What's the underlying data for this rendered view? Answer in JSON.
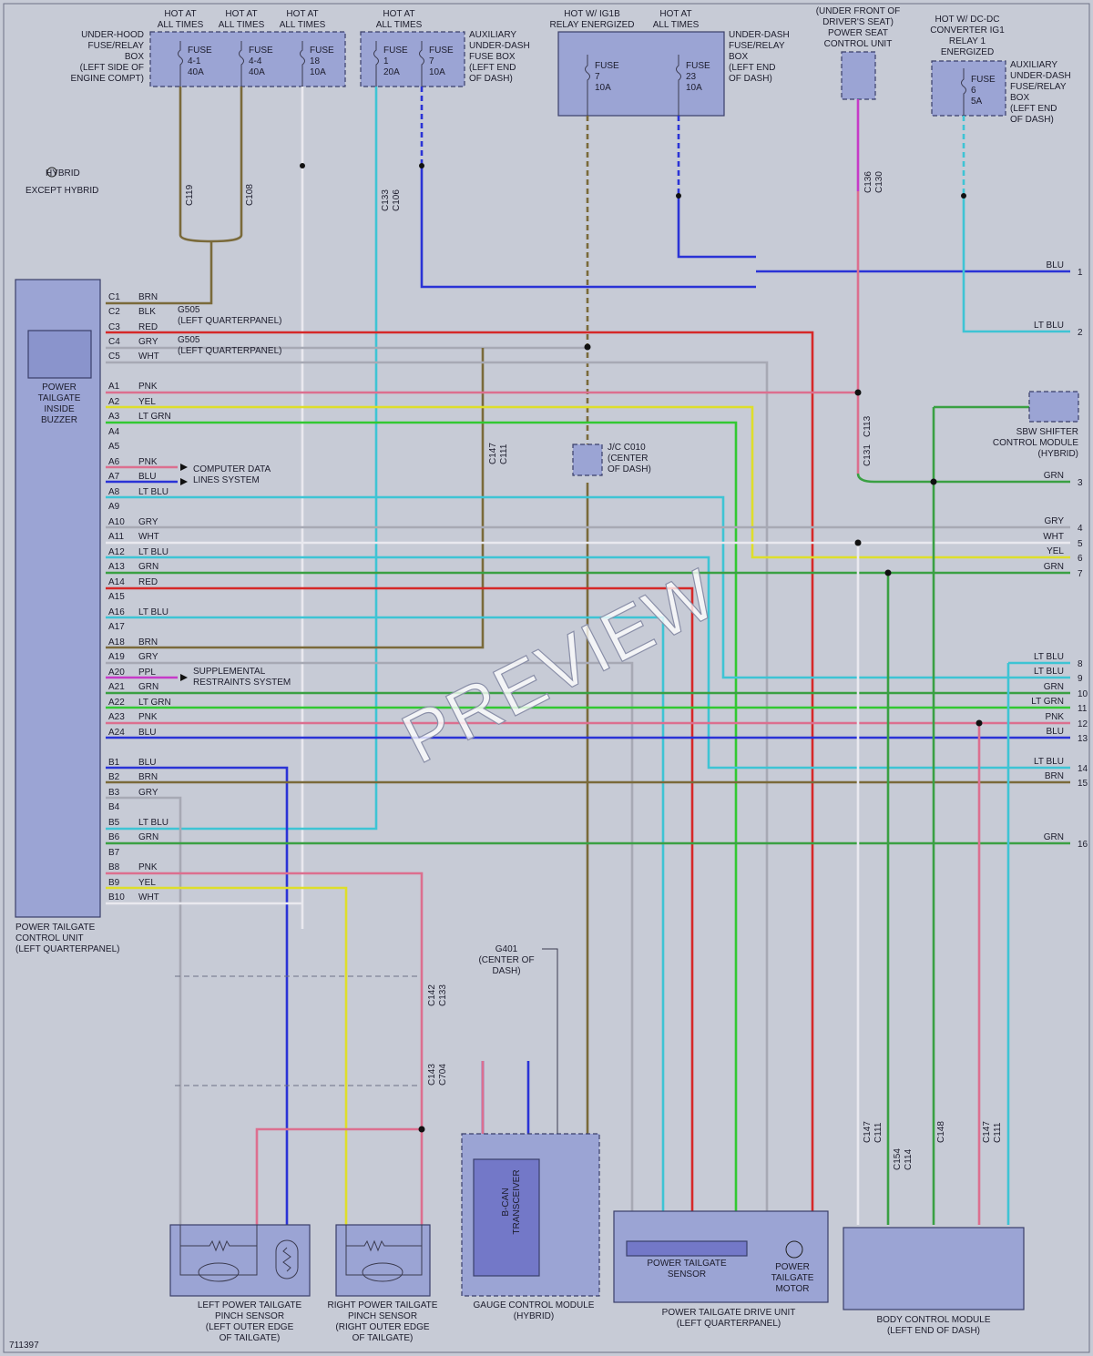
{
  "colors": {
    "BRN": "#7a6a3a",
    "BLK": "#1a1a1a",
    "RED": "#d62828",
    "GRY": "#a7a9b4",
    "WHT": "#e9e9ef",
    "PNK": "#dc6f8f",
    "YEL": "#dede2a",
    "LT GRN": "#32c832",
    "BLU": "#2a33d6",
    "LT BLU": "#3ec4d4",
    "GRN": "#3aa043",
    "PPL": "#c63ac8"
  },
  "power": {
    "hot_at_all_times_1": "HOT AT\nALL TIMES",
    "hot_at_all_times_2": "HOT AT\nALL TIMES",
    "hot_at_all_times_3": "HOT AT\nALL TIMES",
    "hot_at_all_times_4": "HOT AT\nALL TIMES",
    "hot_ig1b": "HOT W/ IG1B\nRELAY ENERGIZED",
    "hot_at_all_times_5": "HOT AT\nALL TIMES",
    "under_front_seat": "(UNDER FRONT OF\nDRIVER'S SEAT)\nPOWER SEAT\nCONTROL UNIT",
    "hot_dcdc": "HOT W/ DC-DC\nCONVERTER IG1\nRELAY 1\nENERGIZED"
  },
  "boxes": {
    "underhood": "UNDER-HOOD\nFUSE/RELAY\nBOX\n(LEFT SIDE OF\nENGINE COMPT)",
    "aux_underdash": "AUXILIARY\nUNDER-DASH\nFUSE BOX\n(LEFT END\nOF DASH)",
    "underdash": "UNDER-DASH\nFUSE/RELAY\nBOX\n(LEFT END\nOF DASH)",
    "aux_underdash2": "AUXILIARY\nUNDER-DASH\nFUSE/RELAY\nBOX\n(LEFT END\nOF DASH)",
    "sbw": "SBW SHIFTER\nCONTROL MODULE\n(HYBRID)",
    "jc": "J/C C010\n(CENTER\nOF DASH)"
  },
  "fuses": {
    "f41": "FUSE\n4-1\n40A",
    "f44": "FUSE\n4-4\n40A",
    "f18": "FUSE\n18\n10A",
    "f1": "FUSE\n1\n20A",
    "f7a": "FUSE\n7\n10A",
    "f7b": "FUSE\n7\n10A",
    "f23": "FUSE\n23\n10A",
    "f6": "FUSE\n6\n5A"
  },
  "legend": {
    "hybrid": "HYBRID",
    "except_hybrid": "EXCEPT HYBRID"
  },
  "ptcu": {
    "inner": "POWER\nTAILGATE\nINSIDE\nBUZZER",
    "caption": "POWER TAILGATE\nCONTROL UNIT\n(LEFT QUARTERPANEL)",
    "pins": [
      {
        "pin": "C1",
        "color": "BRN"
      },
      {
        "pin": "C2",
        "color": "BLK"
      },
      {
        "pin": "C3",
        "color": "RED"
      },
      {
        "pin": "C4",
        "color": "GRY"
      },
      {
        "pin": "C5",
        "color": "WHT"
      },
      {
        "pin": "A1",
        "color": "PNK"
      },
      {
        "pin": "A2",
        "color": "YEL"
      },
      {
        "pin": "A3",
        "color": "LT GRN"
      },
      {
        "pin": "A4",
        "color": ""
      },
      {
        "pin": "A5",
        "color": ""
      },
      {
        "pin": "A6",
        "color": "PNK"
      },
      {
        "pin": "A7",
        "color": "BLU"
      },
      {
        "pin": "A8",
        "color": "LT BLU"
      },
      {
        "pin": "A9",
        "color": ""
      },
      {
        "pin": "A10",
        "color": "GRY"
      },
      {
        "pin": "A11",
        "color": "WHT"
      },
      {
        "pin": "A12",
        "color": "LT BLU"
      },
      {
        "pin": "A13",
        "color": "GRN"
      },
      {
        "pin": "A14",
        "color": "RED"
      },
      {
        "pin": "A15",
        "color": ""
      },
      {
        "pin": "A16",
        "color": "LT BLU"
      },
      {
        "pin": "A17",
        "color": ""
      },
      {
        "pin": "A18",
        "color": "BRN"
      },
      {
        "pin": "A19",
        "color": "GRY"
      },
      {
        "pin": "A20",
        "color": "PPL"
      },
      {
        "pin": "A21",
        "color": "GRN"
      },
      {
        "pin": "A22",
        "color": "LT GRN"
      },
      {
        "pin": "A23",
        "color": "PNK"
      },
      {
        "pin": "A24",
        "color": "BLU"
      },
      {
        "pin": "B1",
        "color": "BLU"
      },
      {
        "pin": "B2",
        "color": "BRN"
      },
      {
        "pin": "B3",
        "color": "GRY"
      },
      {
        "pin": "B4",
        "color": ""
      },
      {
        "pin": "B5",
        "color": "LT BLU"
      },
      {
        "pin": "B6",
        "color": "GRN"
      },
      {
        "pin": "B7",
        "color": ""
      },
      {
        "pin": "B8",
        "color": "PNK"
      },
      {
        "pin": "B9",
        "color": "YEL"
      },
      {
        "pin": "B10",
        "color": "WHT"
      }
    ]
  },
  "notes": {
    "g505a": "G505\n(LEFT QUARTERPANEL)",
    "g505b": "G505\n(LEFT QUARTERPANEL)",
    "cdls": "COMPUTER DATA\nLINES SYSTEM",
    "srs": "SUPPLEMENTAL\nRESTRAINTS SYSTEM",
    "g401": "G401\n(CENTER OF\nDASH)",
    "cdls_v": "COMPUTER\nDATA LINES\nSYSTEM"
  },
  "right_outputs": [
    {
      "color": "BLU",
      "num": "1"
    },
    {
      "color": "LT BLU",
      "num": "2"
    },
    {
      "color": "GRN",
      "num": "3"
    },
    {
      "color": "GRY",
      "num": "4"
    },
    {
      "color": "WHT",
      "num": "5"
    },
    {
      "color": "YEL",
      "num": "6"
    },
    {
      "color": "GRN",
      "num": "7"
    },
    {
      "color": "LT BLU",
      "num": "8"
    },
    {
      "color": "LT BLU",
      "num": "9"
    },
    {
      "color": "GRN",
      "num": "10"
    },
    {
      "color": "LT GRN",
      "num": "11"
    },
    {
      "color": "PNK",
      "num": "12"
    },
    {
      "color": "BLU",
      "num": "13"
    },
    {
      "color": "LT BLU",
      "num": "14"
    },
    {
      "color": "BRN",
      "num": "15"
    },
    {
      "color": "GRN",
      "num": "16"
    }
  ],
  "modules": {
    "lpps": "LEFT POWER TAILGATE\nPINCH SENSOR\n(LEFT OUTER EDGE\nOF TAILGATE)",
    "rpps": "RIGHT POWER TAILGATE\nPINCH SENSOR\n(RIGHT OUTER EDGE\nOF TAILGATE)",
    "gcm": "GAUGE CONTROL MODULE\n(HYBRID)",
    "bcan": "B-CAN\nTRANSCEIVER",
    "ptdu": "POWER TAILGATE DRIVE UNIT\n(LEFT QUARTERPANEL)",
    "pts": "POWER TAILGATE\nSENSOR",
    "ptm": "POWER\nTAILGATE\nMOTOR",
    "bcm": "BODY CONTROL MODULE\n(LEFT END OF DASH)"
  },
  "connectors": {
    "c119": "C119",
    "c108": "C108",
    "c133a": "C133",
    "c106": "C106",
    "c136": "C136",
    "c130": "C130",
    "c113": "C113",
    "c131": "C131",
    "c147a": "C147",
    "c111a": "C111",
    "c142": "C142",
    "c133b": "C133",
    "c143": "C143",
    "c704": "C704",
    "c147b": "C147",
    "c111b": "C111",
    "c154": "C154",
    "c114": "C114",
    "c148": "C148",
    "c147c": "C147",
    "c111c": "C111"
  },
  "watermark": "PREVIEW",
  "code": "711397"
}
